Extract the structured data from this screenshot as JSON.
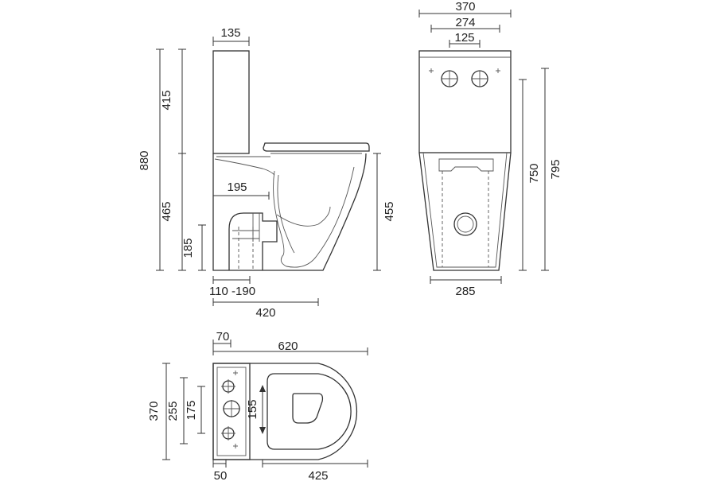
{
  "dimensions": {
    "side_tank_width": "135",
    "side_tank_height": "415",
    "side_total_height": "880",
    "side_pan_height": "465",
    "side_outlet_height": "185",
    "side_seat_height": "455",
    "side_outlet_offset": "195",
    "side_setout": "110 -190",
    "side_depth": "420",
    "front_width_total": "370",
    "front_width_274": "274",
    "front_buttons": "125",
    "front_height_750": "750",
    "front_height_795": "795",
    "front_base": "285",
    "plan_tank_depth": "70",
    "plan_length": "620",
    "plan_width": "370",
    "plan_255": "255",
    "plan_175": "175",
    "plan_155": "155",
    "plan_50": "50",
    "plan_425": "425"
  }
}
